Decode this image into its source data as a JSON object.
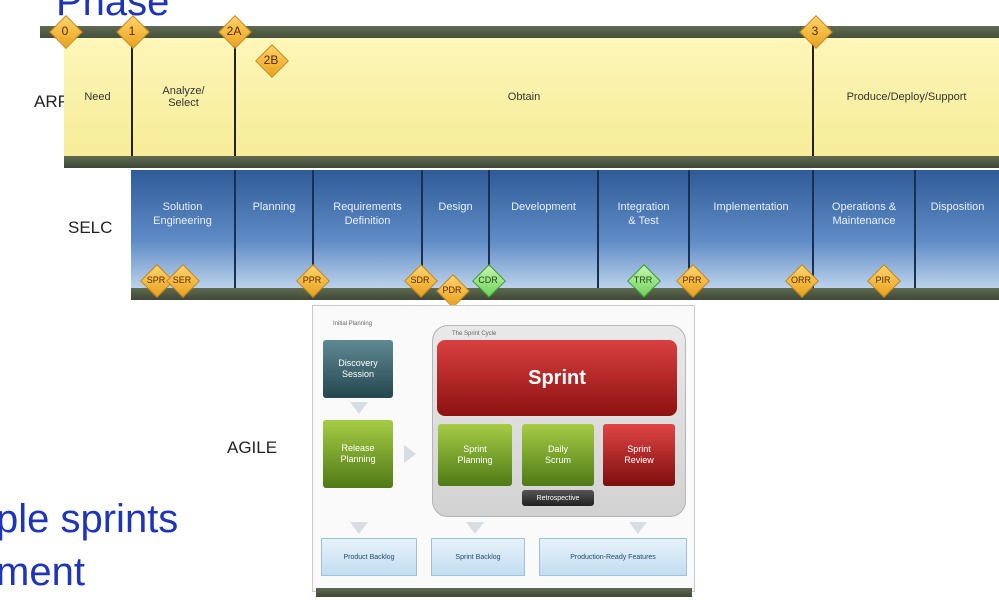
{
  "slide": {
    "title_fragment": "Phase",
    "line1": "ple sprints",
    "line2": "ment"
  },
  "rows": {
    "arp": "ARP",
    "selc": "SELC",
    "agile": "AGILE"
  },
  "arp": {
    "phases": [
      "Need",
      "Analyze/\nSelect",
      "Obtain",
      "Produce/Deploy/Support"
    ],
    "milestones": [
      "0",
      "1",
      "2A",
      "2B",
      "3"
    ]
  },
  "selc": {
    "phases": [
      "Solution\nEngineering",
      "Planning",
      "Requirements\nDefinition",
      "Design",
      "Development",
      "Integration\n& Test",
      "Implementation",
      "Operations &\nMaintenance",
      "Disposition"
    ],
    "reviews": [
      "SPR",
      "SER",
      "PPR",
      "SDR",
      "PDR",
      "CDR",
      "TRR",
      "PRR",
      "ORR",
      "PIR"
    ]
  },
  "agile": {
    "initial_planning": "Initial Planning",
    "sprint_cycle": "The Sprint Cycle",
    "discovery": "Discovery\nSession",
    "release": "Release\nPlanning",
    "sprint": "Sprint",
    "sprint_planning": "Sprint\nPlanning",
    "daily_scrum": "Daily\nScrum",
    "sprint_review": "Sprint\nReview",
    "retrospective": "Retrospective",
    "product_backlog": "Product Backlog",
    "sprint_backlog": "Sprint Backlog",
    "features": "Production-Ready Features"
  },
  "colors": {
    "arp_band": "#f6ec98",
    "selc_band": "#4a78b8",
    "milestone": "#f0b030",
    "milestone_green": "#7fd86a",
    "slide_text": "#1f35b8"
  }
}
